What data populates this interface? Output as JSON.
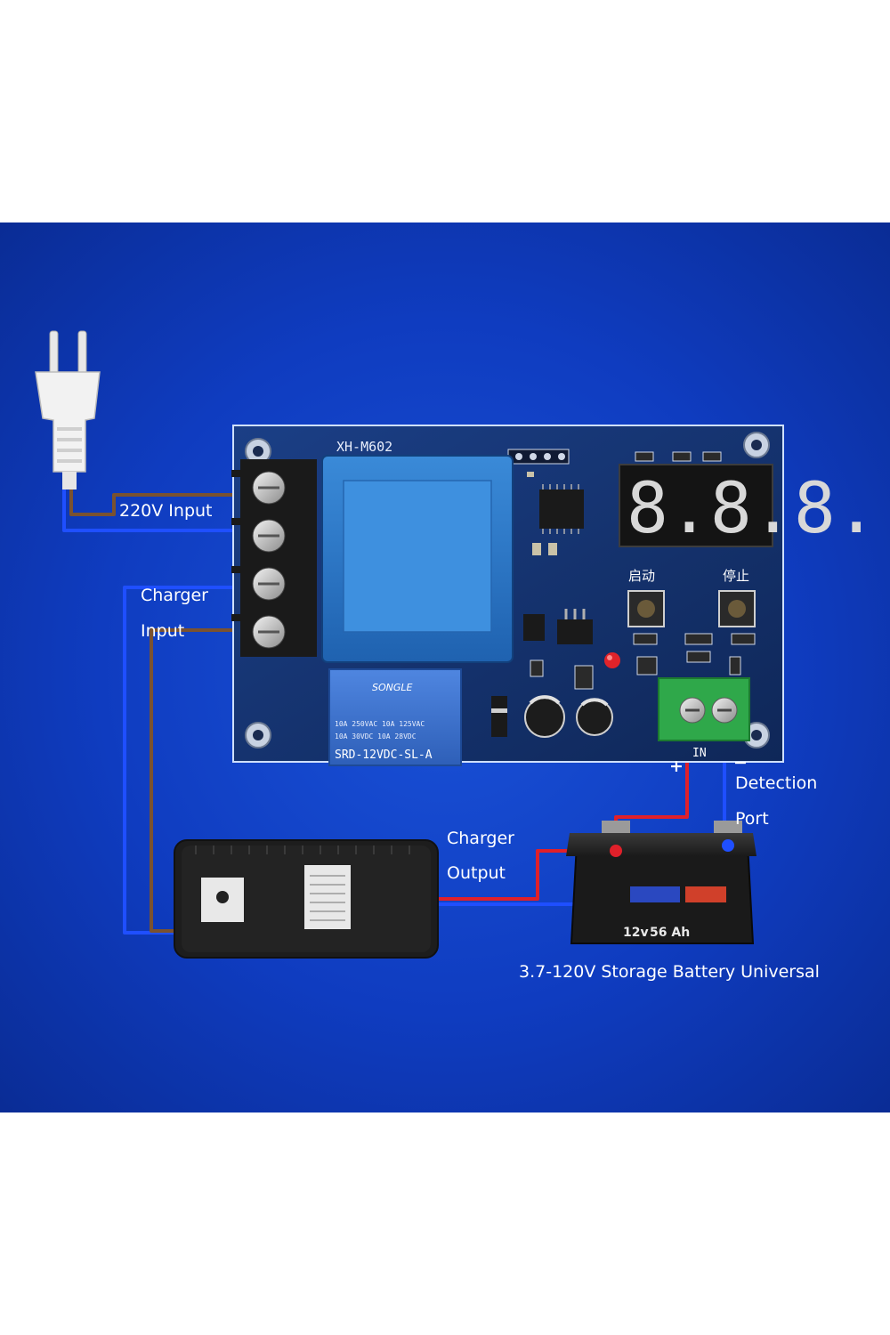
{
  "labels": {
    "ac_input": "220V Input",
    "charger_input_1": "Charger",
    "charger_input_2": "Input",
    "charger_output_1": "Charger",
    "charger_output_2": "Output",
    "detection_1": "Detection",
    "detection_2": "Port",
    "battery_caption": "3.7-120V Storage Battery Universal",
    "plus_sign": "+",
    "minus_sign": "−"
  },
  "board": {
    "model": "XH-M602",
    "display_digits": "8.8.8.",
    "btn_start": "启动",
    "btn_stop": "停止",
    "in_label": "IN",
    "relay_brand": "SONGLE",
    "relay_model": "SRD-12VDC-SL-A",
    "relay_rating_1": "10A 250VAC  10A 125VAC",
    "relay_rating_2": "10A  30VDC  10A  28VDC"
  },
  "battery": {
    "voltage_label": "12v",
    "capacity_label": "56 Ah"
  },
  "colors": {
    "background": "#0f3cc0",
    "wire_positive": "#e0202a",
    "wire_negative": "#1f4fff",
    "wire_brown": "#7a5230",
    "pcb": "#14306b",
    "transformer": "#2b78c8",
    "terminal_green": "#2fa84a"
  }
}
